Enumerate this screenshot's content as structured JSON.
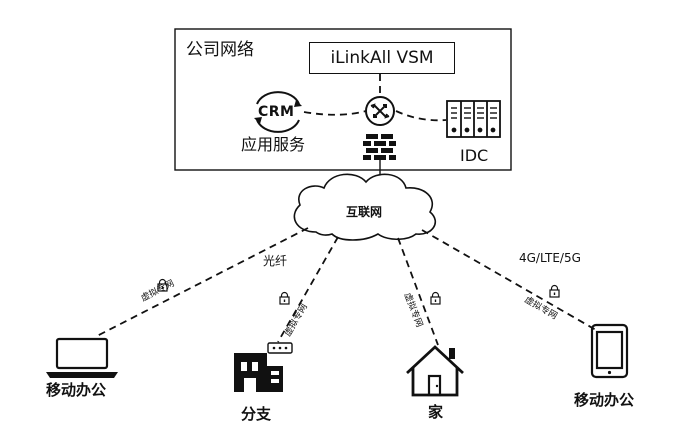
{
  "company_network": {
    "label": "公司网络"
  },
  "vsm": {
    "label": "iLinkAll VSM"
  },
  "crm": {
    "icon_text": "CRM",
    "label": "应用服务"
  },
  "idc": {
    "label": "IDC"
  },
  "internet": {
    "label": "互联网"
  },
  "links": {
    "fiber_label": "光纤",
    "mobile_label": "4G/LTE/5G",
    "vpn_label": "虚拟专网"
  },
  "endpoints": {
    "laptop": {
      "label": "移动办公"
    },
    "branch": {
      "label": "分支"
    },
    "home": {
      "label": "家"
    },
    "tablet": {
      "label": "移动办公"
    }
  }
}
